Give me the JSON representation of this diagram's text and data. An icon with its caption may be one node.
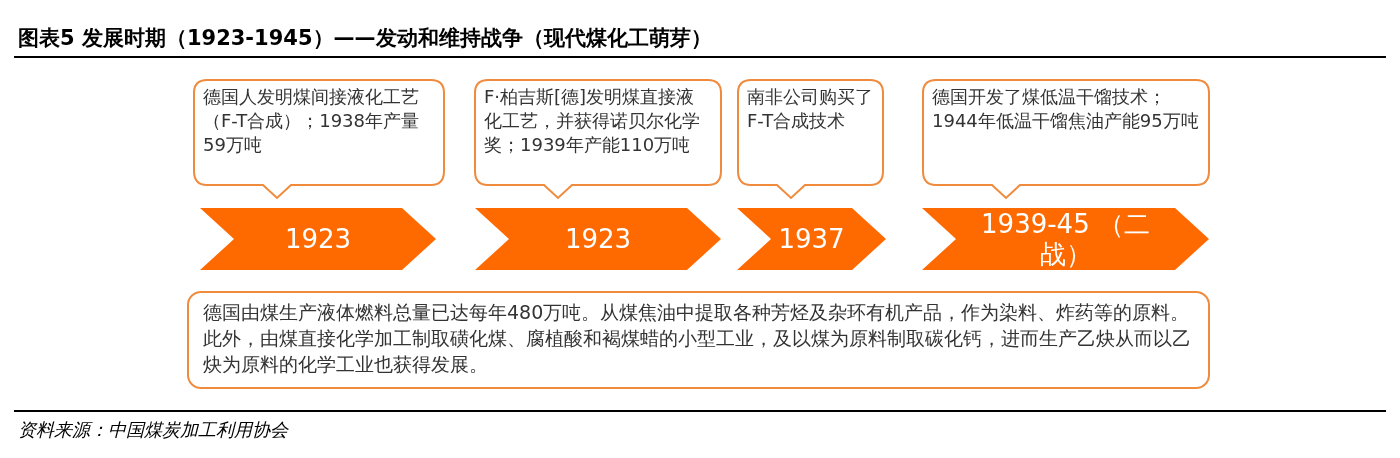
{
  "diagram": {
    "title": "图表5 发展时期（1923-1945）——发动和维持战争（现代煤化工萌芽）",
    "caption": "资料来源：中国煤炭加工利用协会",
    "nodes": [
      {
        "text": [
          "德国人发明煤间接液化工艺（F-T合成）；1938年产量59万吨"
        ]
      },
      {
        "text": [
          "F·柏吉斯[德]发明煤直接液化工艺，并获得诺贝尔化学奖；1939年产能110万吨"
        ]
      },
      {
        "text": [
          "南非公司购买了F-T合成技术"
        ]
      },
      {
        "text": [
          "德国开发了煤低温干馏技术；1944年低温干馏焦油产能95万吨"
        ]
      },
      {
        "text": [
          "1923"
        ]
      },
      {
        "text": [
          "1923"
        ]
      },
      {
        "text": [
          "1937"
        ]
      },
      {
        "text": [
          "1939-45 （二战）"
        ]
      },
      {
        "text": [
          "德国由煤生产液体燃料总量已达每年480万吨。从煤焦油中提取各种芳烃及杂环有机产品，作为染料、炸药等的原料。此外，由煤直接化学加工制取磺化煤、腐植酸和褐煤蜡的小型工业，及以煤为原料制取碳化钙，进而生产乙炔从而以乙炔为原料的化学工业也获得发展。"
        ]
      }
    ],
    "edges": []
  }
}
